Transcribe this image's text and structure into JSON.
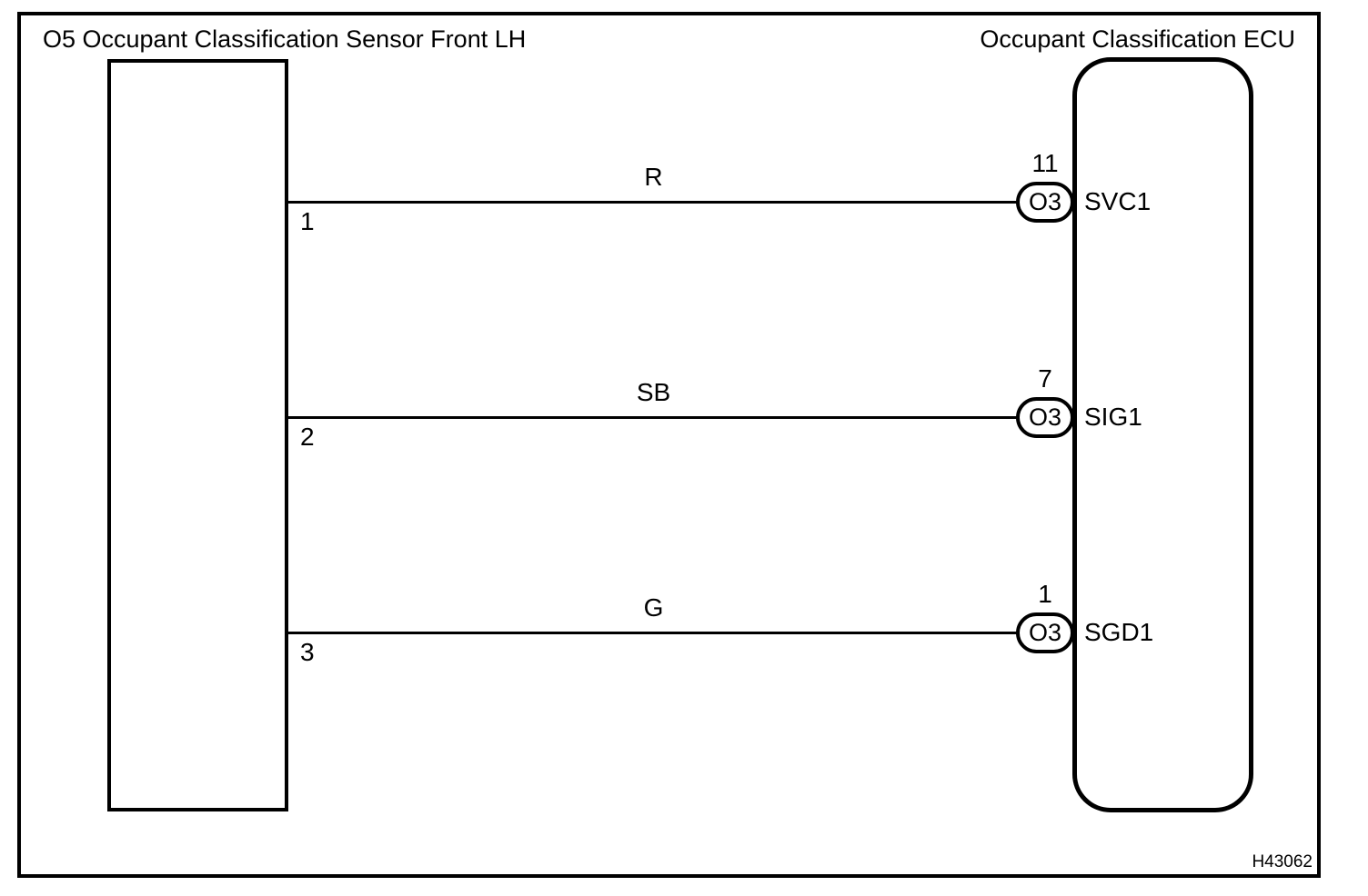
{
  "diagram": {
    "title_left": "O5 Occupant Classification Sensor Front LH",
    "title_right": "Occupant Classification ECU",
    "figure_code": "H43062",
    "colors": {
      "line": "#000000",
      "background": "#ffffff"
    },
    "connections": [
      {
        "left_pin": "1",
        "wire_label": "R",
        "right_pin": "11",
        "connector_code": "O3",
        "terminal_label": "SVC1"
      },
      {
        "left_pin": "2",
        "wire_label": "SB",
        "right_pin": "7",
        "connector_code": "O3",
        "terminal_label": "SIG1"
      },
      {
        "left_pin": "3",
        "wire_label": "G",
        "right_pin": "1",
        "connector_code": "O3",
        "terminal_label": "SGD1"
      }
    ]
  }
}
